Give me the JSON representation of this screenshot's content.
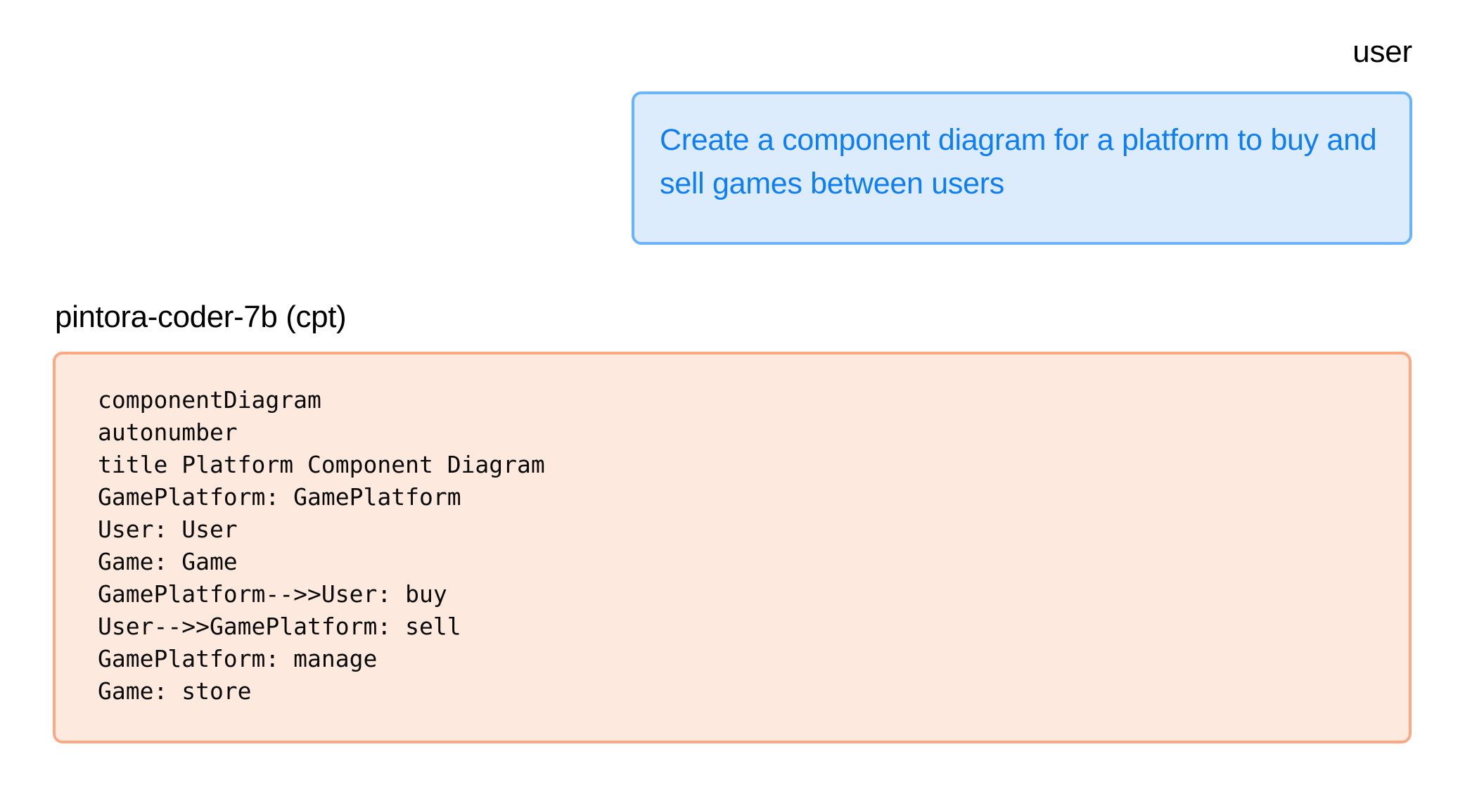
{
  "conversation": {
    "turns": [
      {
        "role_label": "user",
        "message": "Create a component diagram for a platform to buy and sell games between users"
      },
      {
        "role_label": "pintora-coder-7b (cpt)",
        "code_lines": [
          "componentDiagram",
          "autonumber",
          "title Platform Component Diagram",
          "GamePlatform: GamePlatform",
          "User: User",
          "Game: Game",
          "GamePlatform-->>User: buy",
          "User-->>GamePlatform: sell",
          "GamePlatform: manage",
          "Game: store"
        ],
        "code_text": "componentDiagram\nautonumber\ntitle Platform Component Diagram\nGamePlatform: GamePlatform\nUser: User\nGame: Game\nGamePlatform-->>User: buy\nUser-->>GamePlatform: sell\nGamePlatform: manage\nGame: store"
      }
    ]
  },
  "colors": {
    "user_bubble_fill": "#ddecfd",
    "user_bubble_border": "#69b4fb",
    "user_text": "#0d7ef5",
    "assistant_bubble_fill": "#fde9de",
    "assistant_bubble_border": "#fba883",
    "assistant_text": "#0a0a0a",
    "label_text": "#000000",
    "page_background": "#ffffff"
  }
}
